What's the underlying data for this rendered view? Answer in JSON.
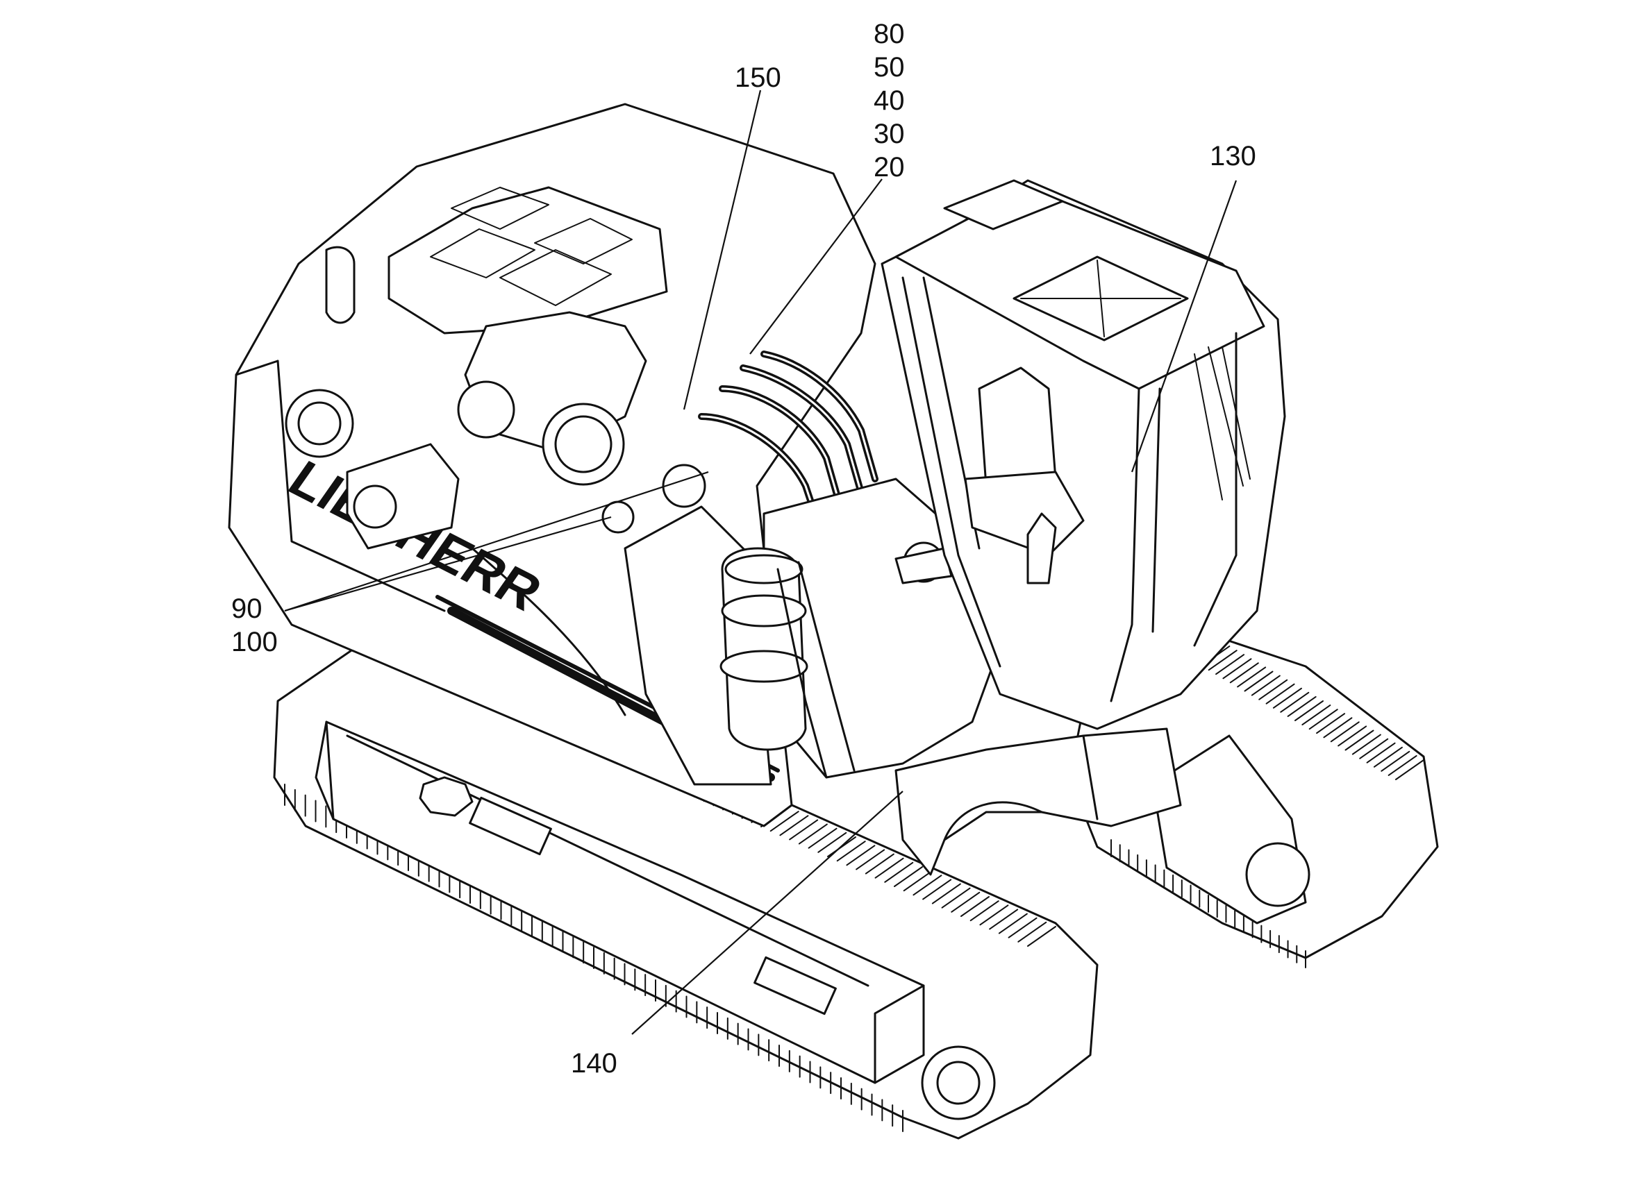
{
  "brand": "LIEBHERR",
  "callouts": {
    "c80": "80",
    "c50": "50",
    "c40": "40",
    "c30": "30",
    "c20": "20",
    "c150": "150",
    "c130": "130",
    "c90": "90",
    "c100": "100",
    "c140": "140"
  }
}
